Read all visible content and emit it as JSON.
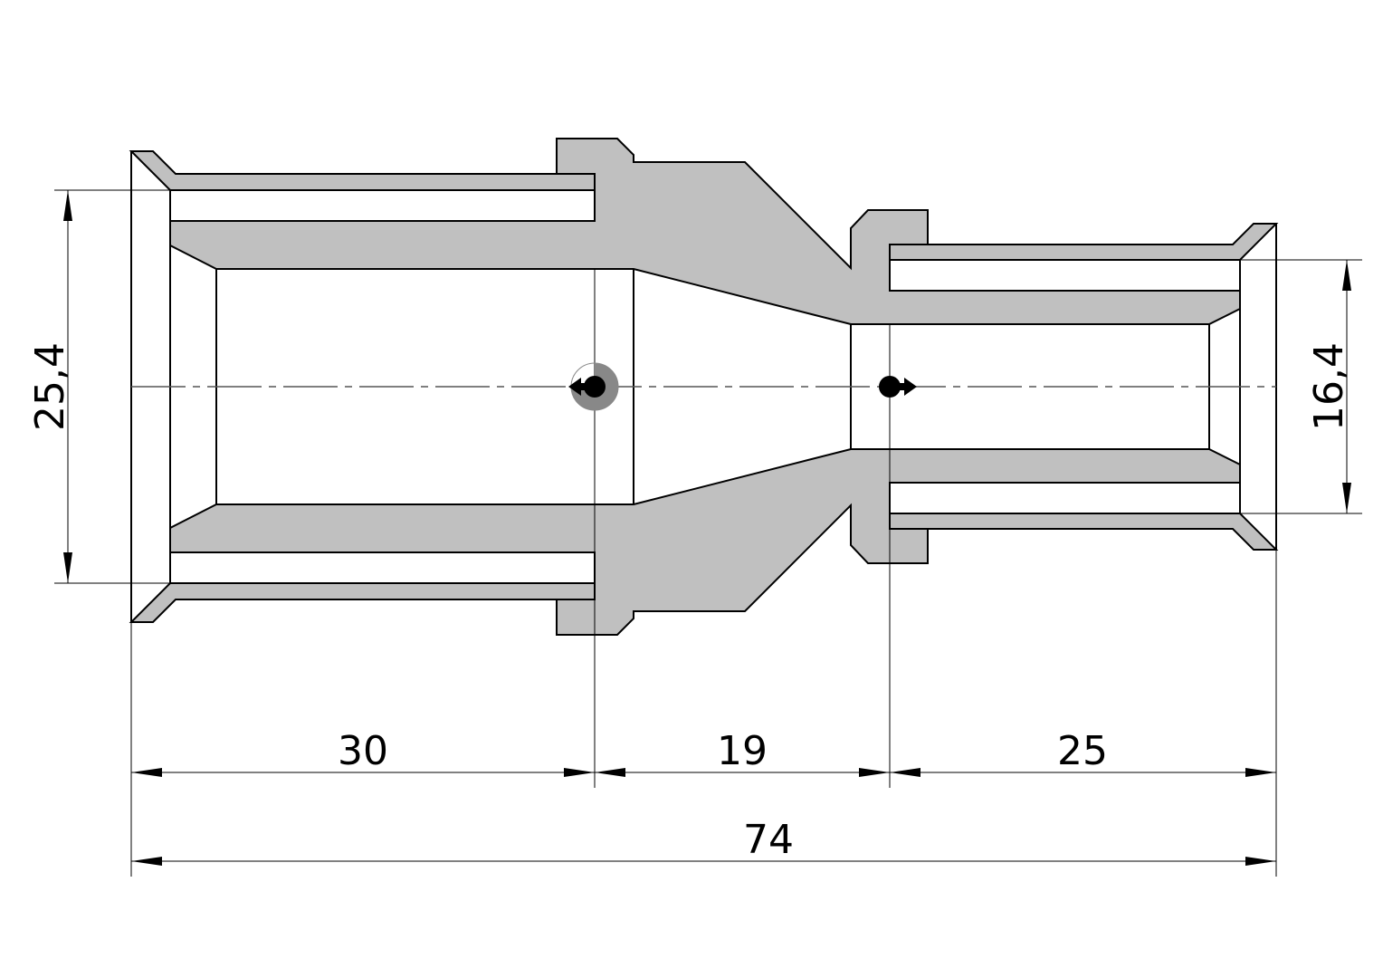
{
  "drawing": {
    "title": "Reducing press fitting cross-section",
    "colors": {
      "body": "#c0c0c0",
      "line": "#000000",
      "marker_shade": "#888888"
    },
    "dimensions": {
      "left_diameter": "25,4",
      "right_diameter": "16,4",
      "left_length": "30",
      "middle_length": "19",
      "right_length": "25",
      "total_length": "74"
    },
    "markers": [
      {
        "name": "flow-arrow-left-icon",
        "direction": "left"
      },
      {
        "name": "flow-arrow-right-icon",
        "direction": "right"
      }
    ]
  }
}
